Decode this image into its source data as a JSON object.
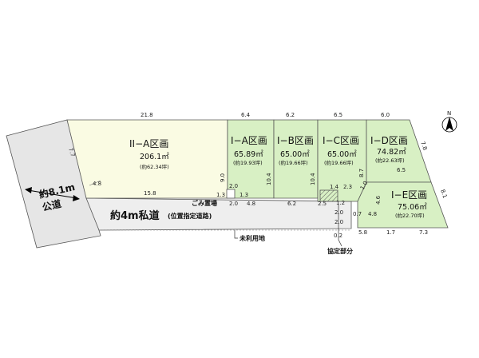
{
  "colors": {
    "lot_yellow": "#fafbe3",
    "lot_green": "#d8f0c4",
    "road_gray": "#eeeeee",
    "public_road_gray": "#e6e6e6",
    "outline": "#555555"
  },
  "lots": {
    "iia": {
      "name": "II−A区画",
      "area": "206.1㎡",
      "tsubo": "(約62.34坪)"
    },
    "ia": {
      "name": "I−A区画",
      "area": "65.89㎡",
      "tsubo": "(約19.93坪)"
    },
    "ib": {
      "name": "I−B区画",
      "area": "65.00㎡",
      "tsubo": "(約19.66坪)"
    },
    "ic": {
      "name": "I−C区画",
      "area": "65.00㎡",
      "tsubo": "(約19.66坪)"
    },
    "id": {
      "name": "I−D区画",
      "area": "74.82㎡",
      "tsubo": "(約22.63坪)"
    },
    "ie": {
      "name": "I−E区画",
      "area": "75.06㎡",
      "tsubo": "(約22.70坪)"
    }
  },
  "roads": {
    "public_line1": "約8.1m",
    "public_line2": "公道",
    "private_main": "約4m私道",
    "private_sub": "(位置指定道路)"
  },
  "labels": {
    "garbage": "ごみ置場",
    "unused": "未利用地",
    "agreement": "協定部分",
    "north": "N"
  },
  "dims": {
    "d21_8": "21.8",
    "d6_4": "6.4",
    "d6_2a": "6.2",
    "d6_5a": "6.5",
    "d6_0": "6.0",
    "d7_7": "7.7",
    "d4_8a": "4.8",
    "d15_8": "15.8",
    "d9_0": "9.0",
    "d10_4a": "10.4",
    "d10_4b": "10.4",
    "d2_0a": "2.0",
    "d1_3a": "1.3",
    "d1_3b": "1.3",
    "d2_0b": "2.0",
    "d4_8b": "4.8",
    "d6_2b": "6.2",
    "d2_5": "2.5",
    "d1_4": "1.4",
    "d2_3": "2.3",
    "d8_7": "8.7",
    "d1_0": "1.0",
    "d1_2": "1.2",
    "d2_0c": "2.0",
    "d2_0d": "2.0",
    "d0_7": "0.7",
    "d4_8c": "4.8",
    "d4_6": "4.6",
    "d7_8": "7.8",
    "d6_5b": "6.5",
    "d8_1": "8.1",
    "d0_2": "0.2",
    "d5_8": "5.8",
    "d1_7": "1.7",
    "d7_3": "7.3"
  }
}
